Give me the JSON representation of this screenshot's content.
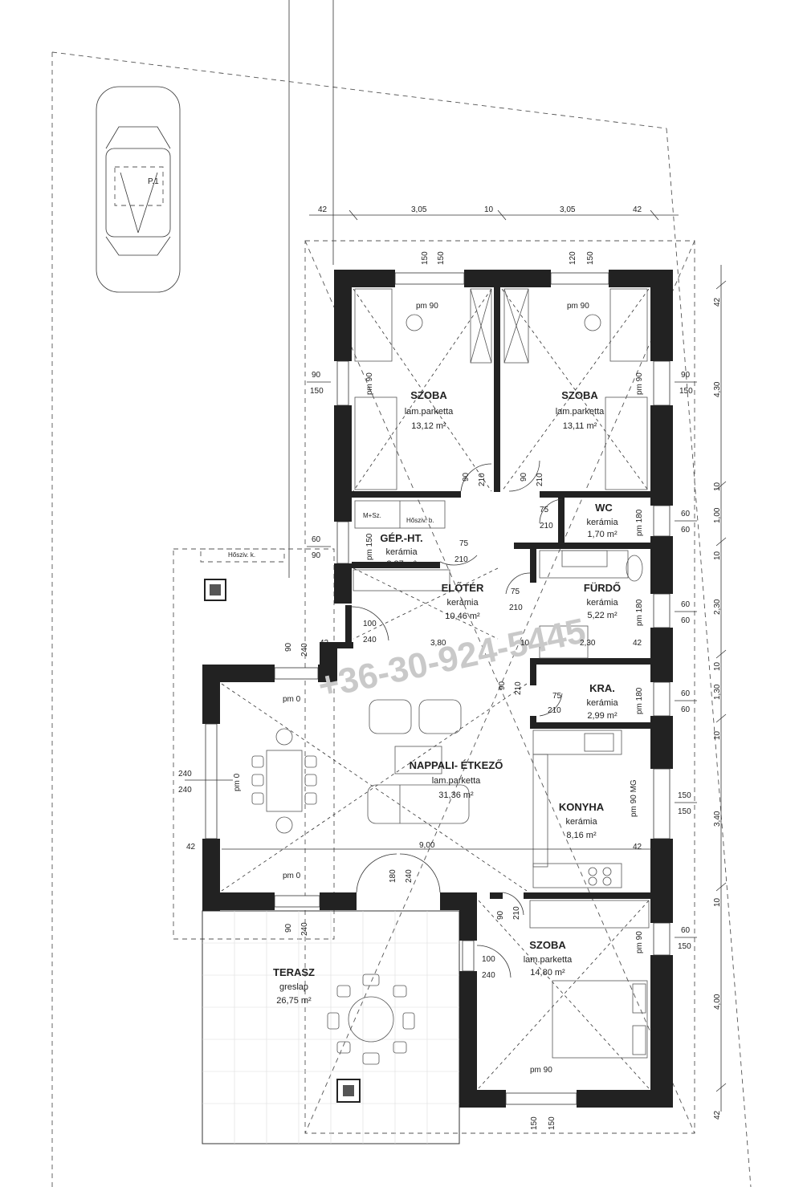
{
  "parking": {
    "label": "P.1"
  },
  "hoszivk": "Hősziv. k.",
  "watermark": "+36-30-924-5445",
  "rooms": {
    "szoba1": {
      "name": "SZOBA",
      "floor": "lam.parketta",
      "area": "13,12 m²",
      "pm": "pm 90"
    },
    "szoba2": {
      "name": "SZOBA",
      "floor": "lam.parketta",
      "area": "13,11 m²",
      "pm": "pm 90"
    },
    "wc": {
      "name": "WC",
      "floor": "kerámia",
      "area": "1,70 m²"
    },
    "gepht": {
      "name": "GÉP.-HT.",
      "floor": "kerámia",
      "area": "2,87 m²",
      "ms": "M+Sz.",
      "hoszivb": "Hősziv. b."
    },
    "eloter": {
      "name": "ELŐTÉR",
      "floor": "kerámia",
      "area": "10,46 m²"
    },
    "furdo": {
      "name": "FÜRDŐ",
      "floor": "kerámia",
      "area": "5,22 m²"
    },
    "kra": {
      "name": "KRA.",
      "floor": "kerámia",
      "area": "2,99 m²"
    },
    "nappali": {
      "name": "NAPPALI- ÉTKEZŐ",
      "floor": "lam.parketta",
      "area": "31,36 m²",
      "pm_top": "pm 0",
      "pm_left": "pm 0",
      "pm_bottom": "pm 0"
    },
    "konyha": {
      "name": "KONYHA",
      "floor": "kerámia",
      "area": "8,16 m²",
      "pm": "pm 90 MG"
    },
    "szoba3": {
      "name": "SZOBA",
      "floor": "lam.parketta",
      "area": "14,80 m²",
      "pm": "pm 90"
    },
    "terasz": {
      "name": "TERASZ",
      "floor": "greslap",
      "area": "26,75 m²"
    }
  },
  "dims": {
    "top": [
      "42",
      "3,05",
      "10",
      "3,05",
      "42"
    ],
    "right": [
      "42",
      "4,30",
      "10",
      "1,00",
      "10",
      "2,30",
      "10",
      "1,30",
      "10",
      "3,40",
      "10",
      "4,00",
      "42"
    ],
    "win_top1": [
      "150",
      "150"
    ],
    "win_top2": [
      "120",
      "150"
    ],
    "win_bottom": [
      "150",
      "150"
    ],
    "left_w1": [
      "90",
      "150"
    ],
    "left_w2": [
      "60",
      "90"
    ],
    "right_w1": [
      "90",
      "150"
    ],
    "right_wc": [
      "60",
      "60"
    ],
    "right_furdo": [
      "60",
      "60"
    ],
    "right_kra": [
      "60",
      "60"
    ],
    "right_konyha": [
      "150",
      "150"
    ],
    "right_szoba3": [
      "60",
      "150"
    ],
    "living_left": [
      "240",
      "240"
    ],
    "living_top": [
      "90",
      "240"
    ],
    "living_bottom": [
      "90",
      "240"
    ],
    "door_bottom": [
      "180",
      "240"
    ],
    "d42a": "42",
    "d42b": "42",
    "d42c": "42",
    "d42d": "42",
    "d380": "3,80",
    "d10": "10",
    "d230": "2,30",
    "d900": "9,00",
    "pm_sz1": "pm 90",
    "pm_sz2": "pm 90",
    "pm_wc": "pm 180",
    "pm_furdo": "pm 180",
    "pm_kra": "pm 180",
    "pm_gep": "pm 150",
    "pm_sz3r": "pm 90",
    "doors": {
      "d1": [
        "90",
        "210"
      ],
      "d2": [
        "90",
        "210"
      ],
      "d_wc": [
        "75",
        "210"
      ],
      "d_gep": [
        "75",
        "210"
      ],
      "d_furdo": [
        "75",
        "210"
      ],
      "d_kra": [
        "75",
        "210"
      ],
      "d_entry": [
        "100",
        "240"
      ],
      "d_nap": [
        "90",
        "210"
      ],
      "d_sz3": [
        "90",
        "210"
      ],
      "d_sz3b": [
        "100",
        "240"
      ]
    }
  }
}
